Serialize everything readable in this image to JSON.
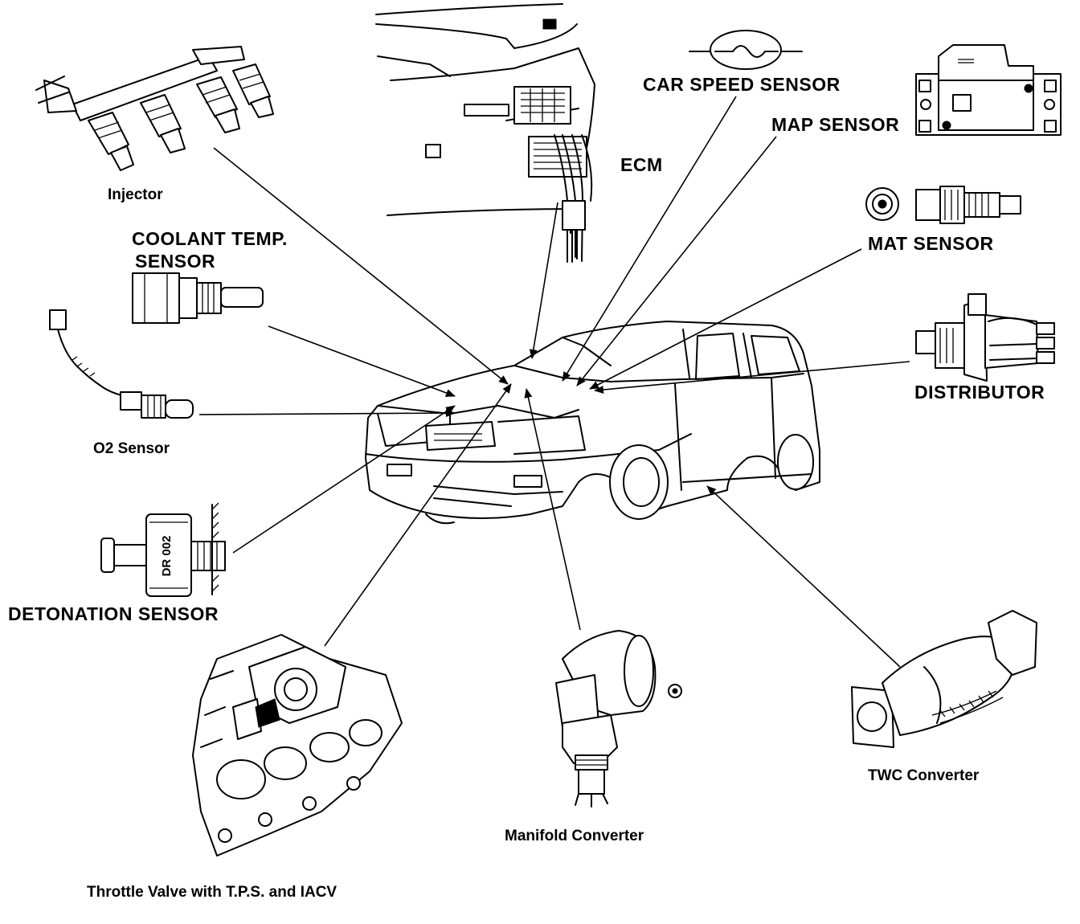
{
  "labels": {
    "injector": "Injector",
    "coolant_temp_line1": "COOLANT TEMP.",
    "coolant_temp_line2": "SENSOR",
    "o2_sensor": "O2 Sensor",
    "detonation_sensor": "DETONATION SENSOR",
    "throttle_valve": "Throttle Valve with T.P.S. and IACV",
    "manifold_converter": "Manifold Converter",
    "twc_converter": "TWC Converter",
    "distributor": "DISTRIBUTOR",
    "mat_sensor": "MAT SENSOR",
    "map_sensor": "MAP SENSOR",
    "car_speed_sensor": "CAR SPEED SENSOR",
    "ecm": "ECM",
    "detonation_part_marking": "DR 002"
  },
  "icons": [
    "injector-icon",
    "coolant-temp-sensor-icon",
    "o2-sensor-icon",
    "detonation-sensor-icon",
    "throttle-body-icon",
    "manifold-converter-icon",
    "twc-converter-icon",
    "distributor-icon",
    "mat-sensor-icon",
    "map-sensor-icon",
    "car-speed-sensor-icon",
    "ecm-dashboard-icon",
    "car-icon"
  ],
  "colors": {
    "ink": "#000000",
    "paper": "#ffffff"
  }
}
